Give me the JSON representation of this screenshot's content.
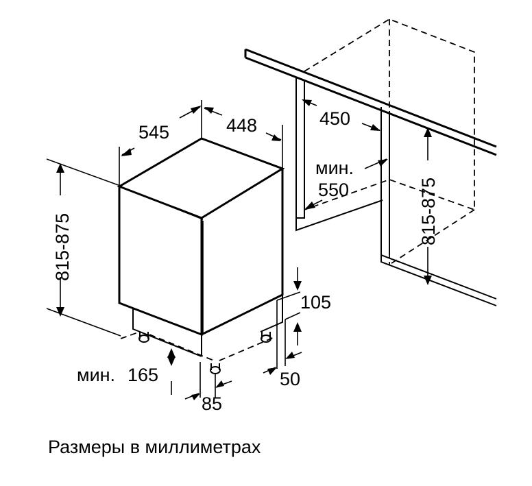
{
  "diagram": {
    "dimensions": {
      "depth": "545",
      "width": "448",
      "niche_width": "450",
      "niche_depth_label": "мин.",
      "niche_depth_value": "550",
      "height_unit": "815-875",
      "height_niche": "815-875",
      "plinth_height": "105",
      "plinth_offset": "50",
      "min_gap_label": "мин.",
      "min_gap_value": "165",
      "foot_offset": "85"
    },
    "caption": "Размеры в миллиметрах"
  }
}
